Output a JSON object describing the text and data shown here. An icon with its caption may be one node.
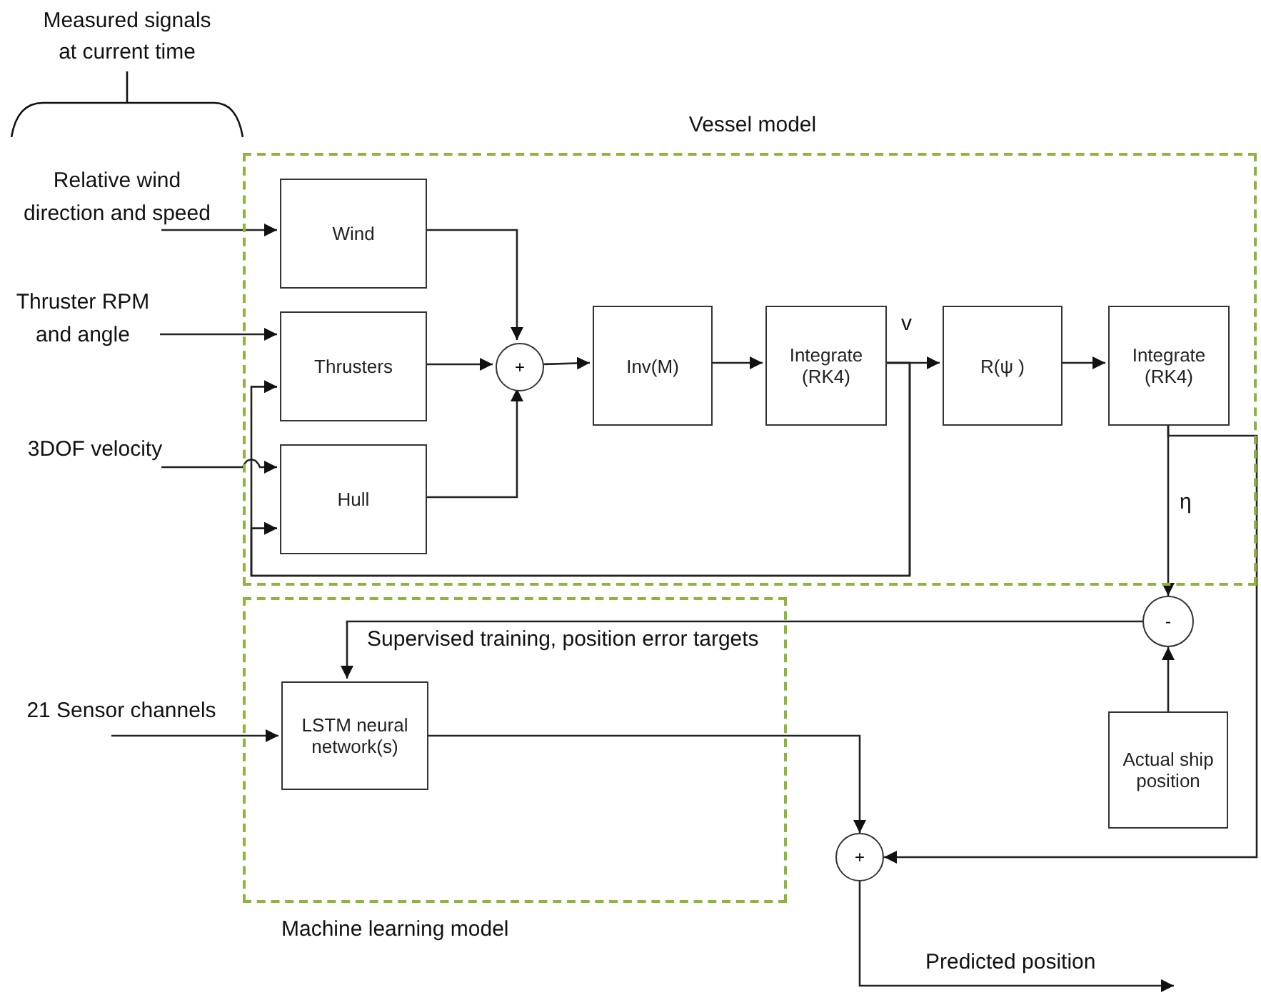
{
  "diagram": {
    "nodes": [
      {
        "text": [
          "Vessel model"
        ]
      },
      {
        "text": [
          "Wind"
        ],
        "in": 0
      },
      {
        "text": [
          "Thrusters"
        ],
        "in": 0
      },
      {
        "text": [
          "Hull"
        ],
        "in": 0
      },
      {
        "text": [
          "+"
        ],
        "in": 0
      },
      {
        "text": [
          "Inv(M)"
        ],
        "in": 0
      },
      {
        "text": [
          "Integrate (RK4)"
        ],
        "in": 0
      },
      {
        "text": [
          "R(ψ )"
        ],
        "in": 0
      },
      {
        "text": [
          "Integrate (RK4)"
        ],
        "in": 0
      },
      {
        "text": [
          "Machine learning model"
        ]
      },
      {
        "text": [
          "LSTM neural network(s)"
        ],
        "in": 9
      },
      {
        "text": [
          "-"
        ]
      },
      {
        "text": [
          "Actual ship position"
        ]
      },
      {
        "text": [
          "+"
        ]
      },
      {
        "text": [
          "Relative wind direction and speed"
        ]
      },
      {
        "text": [
          "Thruster RPM and angle"
        ]
      },
      {
        "text": [
          "3DOF velocity"
        ]
      },
      {
        "text": [
          "21 Sensor channels"
        ]
      }
    ],
    "edges": [
      {
        "from": 14,
        "to": 1,
        "arrow": "to"
      },
      {
        "from": 15,
        "to": 2,
        "arrow": "to"
      },
      {
        "from": 16,
        "to": 3,
        "arrow": "to"
      },
      {
        "from": 1,
        "to": 4,
        "arrow": "to"
      },
      {
        "from": 2,
        "to": 4,
        "arrow": "to"
      },
      {
        "from": 3,
        "to": 4,
        "arrow": "to"
      },
      {
        "from": 4,
        "to": 5,
        "arrow": "to"
      },
      {
        "from": 5,
        "to": 6,
        "arrow": "to"
      },
      {
        "from": 6,
        "to": 7,
        "arrow": "to",
        "label": "v"
      },
      {
        "from": 6,
        "to": 2,
        "arrow": "to"
      },
      {
        "from": 6,
        "to": 3,
        "arrow": "to"
      },
      {
        "from": 7,
        "to": 8,
        "arrow": "to"
      },
      {
        "from": 8,
        "to": 11,
        "arrow": "to",
        "label": "η"
      },
      {
        "from": 8,
        "to": 13,
        "arrow": "to"
      },
      {
        "from": 12,
        "to": 11,
        "arrow": "to"
      },
      {
        "from": 11,
        "to": 10,
        "arrow": "to",
        "label": "Supervised training, position error targets"
      },
      {
        "from": 17,
        "to": 10,
        "arrow": "to"
      },
      {
        "from": 10,
        "to": 13,
        "arrow": "to"
      },
      {
        "from": 13,
        "to": null,
        "arrow": "to",
        "label": "Predicted position"
      }
    ],
    "labels": [
      "Measured signals at current time"
    ]
  }
}
